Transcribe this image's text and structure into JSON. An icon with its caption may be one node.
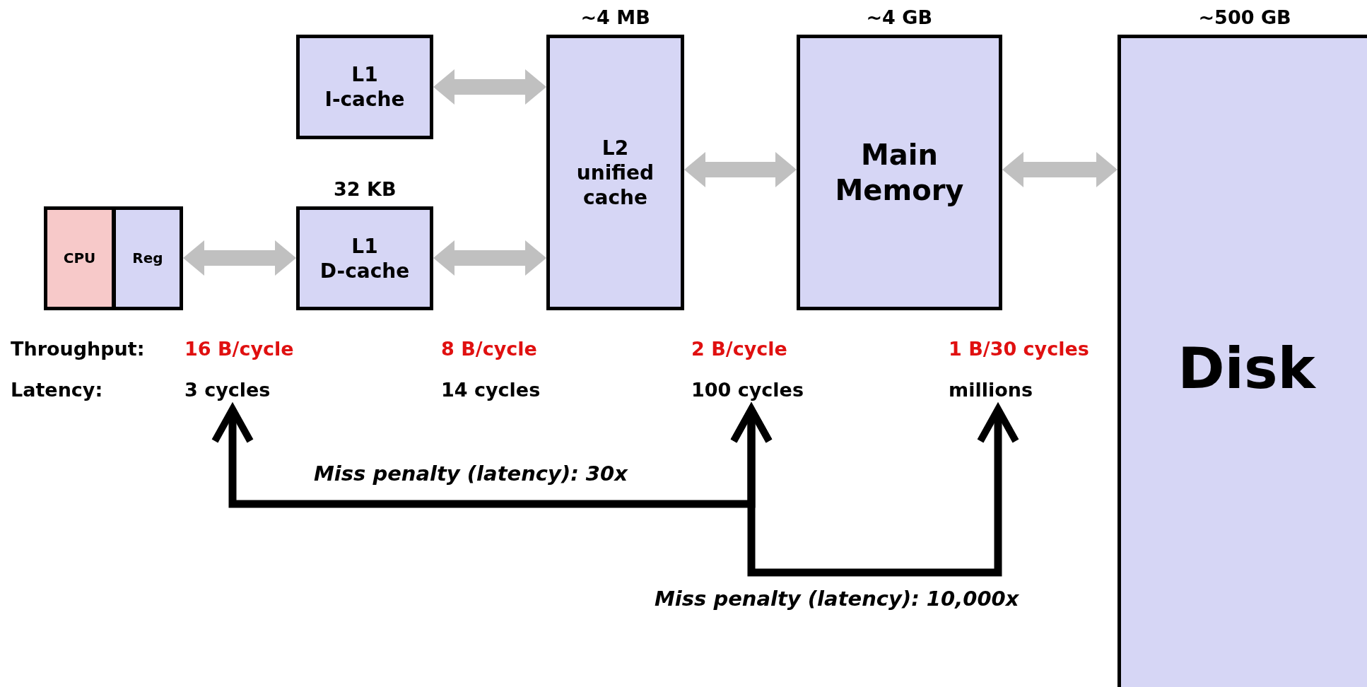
{
  "diagram": {
    "nodes": [
      {
        "text": [
          "CPU"
        ]
      },
      {
        "text": [
          "Reg"
        ]
      },
      {
        "text": [
          "L1 I-cache"
        ]
      },
      {
        "text": [
          "L1 D-cache"
        ],
        "beside": [
          "32 KB"
        ]
      },
      {
        "text": [
          "L2 unified cache"
        ],
        "beside": [
          "~4 MB"
        ]
      },
      {
        "text": [
          "Main Memory"
        ],
        "beside": [
          "~4 GB"
        ]
      },
      {
        "text": [
          "Disk"
        ],
        "beside": [
          "~500 GB"
        ]
      },
      {
        "text": [
          "3 cycles"
        ]
      },
      {
        "text": [
          "100 cycles"
        ]
      },
      {
        "text": [
          "millions"
        ]
      }
    ],
    "edges": [
      {
        "from": 1,
        "to": 3,
        "arrow": "both"
      },
      {
        "from": 2,
        "to": 4,
        "arrow": "both"
      },
      {
        "from": 3,
        "to": 4,
        "arrow": "both"
      },
      {
        "from": 4,
        "to": 5,
        "arrow": "both"
      },
      {
        "from": 5,
        "to": 6,
        "arrow": "both"
      },
      {
        "from": 7,
        "to": 8,
        "arrow": "both",
        "label": "Miss penalty (latency): 30x",
        "color": "#000000"
      },
      {
        "from": 8,
        "to": 9,
        "arrow": "both",
        "label": "Miss penalty (latency): 10,000x",
        "color": "#000000"
      }
    ],
    "labels": [
      "Throughput:",
      "16 B/cycle",
      "8 B/cycle",
      "2 B/cycle",
      "1 B/30 cycles",
      "Latency:",
      "14 cycles"
    ]
  }
}
